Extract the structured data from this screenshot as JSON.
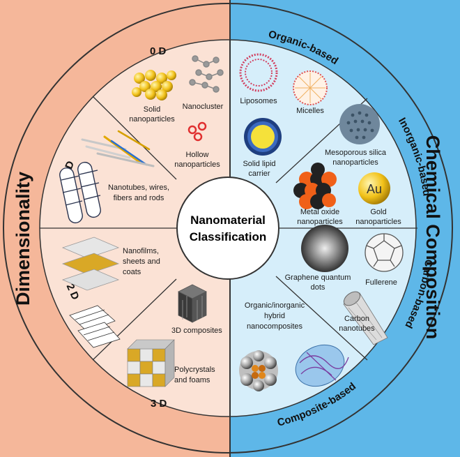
{
  "center": {
    "line1": "Nanomaterial",
    "line2": "Classification"
  },
  "left_title": "Dimensionality",
  "right_title": "Chemical Composition",
  "dimensions": {
    "d0": "0 D",
    "d1": "1 D",
    "d2": "2 D",
    "d3": "3 D"
  },
  "composition_groups": {
    "organic": "Organic-based",
    "inorganic": "Inorganic-based",
    "carbon": "Carbon-based",
    "composite": "Composite-based"
  },
  "items": {
    "solid_np": [
      "Solid",
      "nanoparticles"
    ],
    "nanocluster": "Nanocluster",
    "hollow_np": [
      "Hollow",
      "nanoparticles"
    ],
    "nanotubes": [
      "Nanotubes, wires,",
      "fibers and rods"
    ],
    "nanofilms": [
      "Nanofilms,",
      "sheets and",
      "coats"
    ],
    "composites3d": "3D composites",
    "polycrystals": [
      "Polycrystals",
      "and foams"
    ],
    "liposomes": "Liposomes",
    "micelles": "Micelles",
    "sln": [
      "Solid lipid",
      "carrier"
    ],
    "silica": [
      "Mesoporous silica",
      "nanoparticles"
    ],
    "metal_oxide": [
      "Metal oxide",
      "nanoparticles"
    ],
    "gold": [
      "Gold",
      "nanoparticles"
    ],
    "gold_symbol": "Au",
    "gqd": [
      "Graphene quantum",
      "dots"
    ],
    "fullerene": "Fullerene",
    "cnt": [
      "Carbon",
      "nanotubes"
    ],
    "hybrid": [
      "Organic/inorganic",
      "hybrid",
      "nanocomposites"
    ]
  },
  "colors": {
    "left_panel": "#f5b79a",
    "left_inner": "#fbe2d5",
    "right_panel": "#5eb7e8",
    "right_inner": "#d6eefa",
    "outline": "#333333",
    "gold": "#d9a826"
  }
}
